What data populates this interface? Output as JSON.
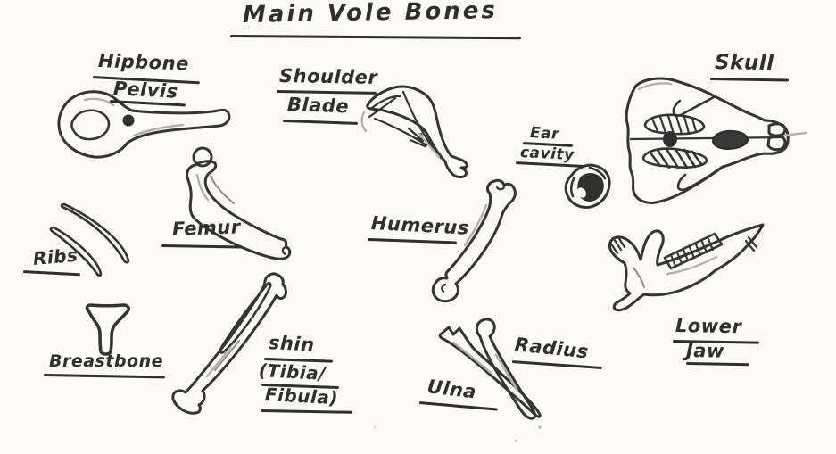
{
  "title": "Main Vole Bones",
  "colors": {
    "ink": "#2f2f2f",
    "paper": "#fbfaf7",
    "pencil_shade": "#b2b0ab"
  },
  "bones": {
    "hipbone": {
      "label_line1": "Hipbone",
      "label_line2": "Pelvis"
    },
    "shoulder_blade": {
      "label_line1": "Shoulder",
      "label_line2": "Blade"
    },
    "skull": {
      "label": "Skull"
    },
    "ear_cavity": {
      "label_line1": "Ear",
      "label_line2": "cavity"
    },
    "femur": {
      "label": "Femur"
    },
    "humerus": {
      "label": "Humerus"
    },
    "ribs": {
      "label": "Ribs"
    },
    "breastbone": {
      "label": "Breastbone"
    },
    "shin": {
      "label_line1": "shin",
      "label_line2": "(Tibia/",
      "label_line3": "Fibula)"
    },
    "ulna": {
      "label": "Ulna"
    },
    "radius": {
      "label": "Radius"
    },
    "lower_jaw": {
      "label_line1": "Lower",
      "label_line2": "Jaw"
    }
  }
}
